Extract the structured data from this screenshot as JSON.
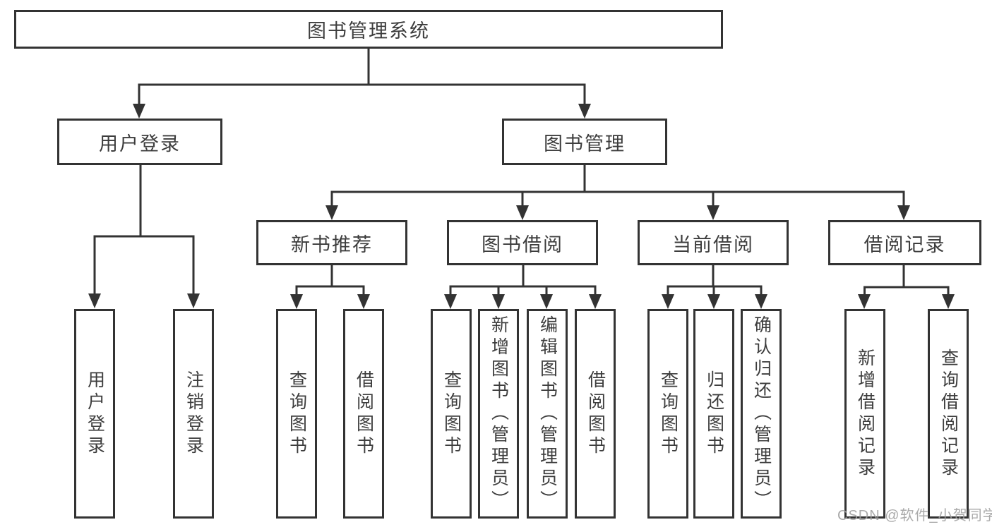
{
  "diagram": {
    "title": "图书管理系统",
    "login": {
      "label": "用户登录",
      "children": [
        {
          "label": "用户登录"
        },
        {
          "label": "注销登录"
        }
      ]
    },
    "management": {
      "label": "图书管理",
      "groups": [
        {
          "label": "新书推荐",
          "children": [
            {
              "label": "查询图书"
            },
            {
              "label": "借阅图书"
            }
          ]
        },
        {
          "label": "图书借阅",
          "children": [
            {
              "label": "查询图书"
            },
            {
              "label": "新增图书（管理员）"
            },
            {
              "label": "编辑图书（管理员）"
            },
            {
              "label": "借阅图书"
            }
          ]
        },
        {
          "label": "当前借阅",
          "children": [
            {
              "label": "查询图书"
            },
            {
              "label": "归还图书"
            },
            {
              "label": "确认归还（管理员）"
            }
          ]
        },
        {
          "label": "借阅记录",
          "children": [
            {
              "label": "新增借阅记录"
            },
            {
              "label": "查询借阅记录"
            }
          ]
        }
      ]
    }
  },
  "watermark": {
    "text": "CSDN @软件_小贺同学"
  },
  "colors": {
    "line": "#333333",
    "text": "#3d3d3d",
    "background": "#ffffff",
    "watermark": "#b0b0b0"
  }
}
